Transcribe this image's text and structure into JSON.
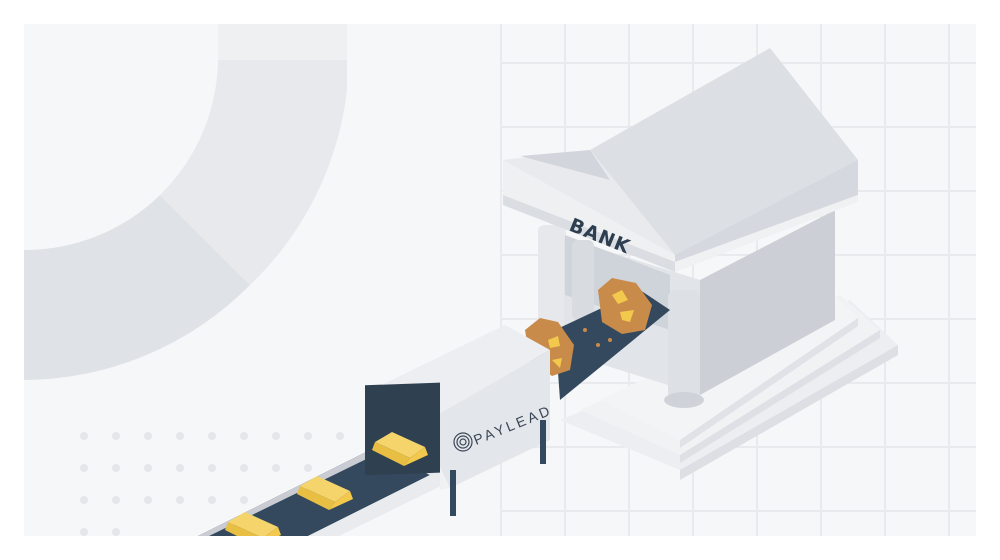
{
  "illustration": {
    "bank_sign": "BANK",
    "machine_brand": "PAYLEAD",
    "machine_logo_icon": "fingerprint-icon",
    "items_in": "gold-ore-rocks",
    "items_out": "gold-bars"
  },
  "colors": {
    "background": "#f6f7f9",
    "building": "#dfe2e7",
    "belt": "#34495e",
    "gold_bar": "#f2c94c",
    "ore": "#c98b4a",
    "text_dark": "#2c3e50"
  }
}
